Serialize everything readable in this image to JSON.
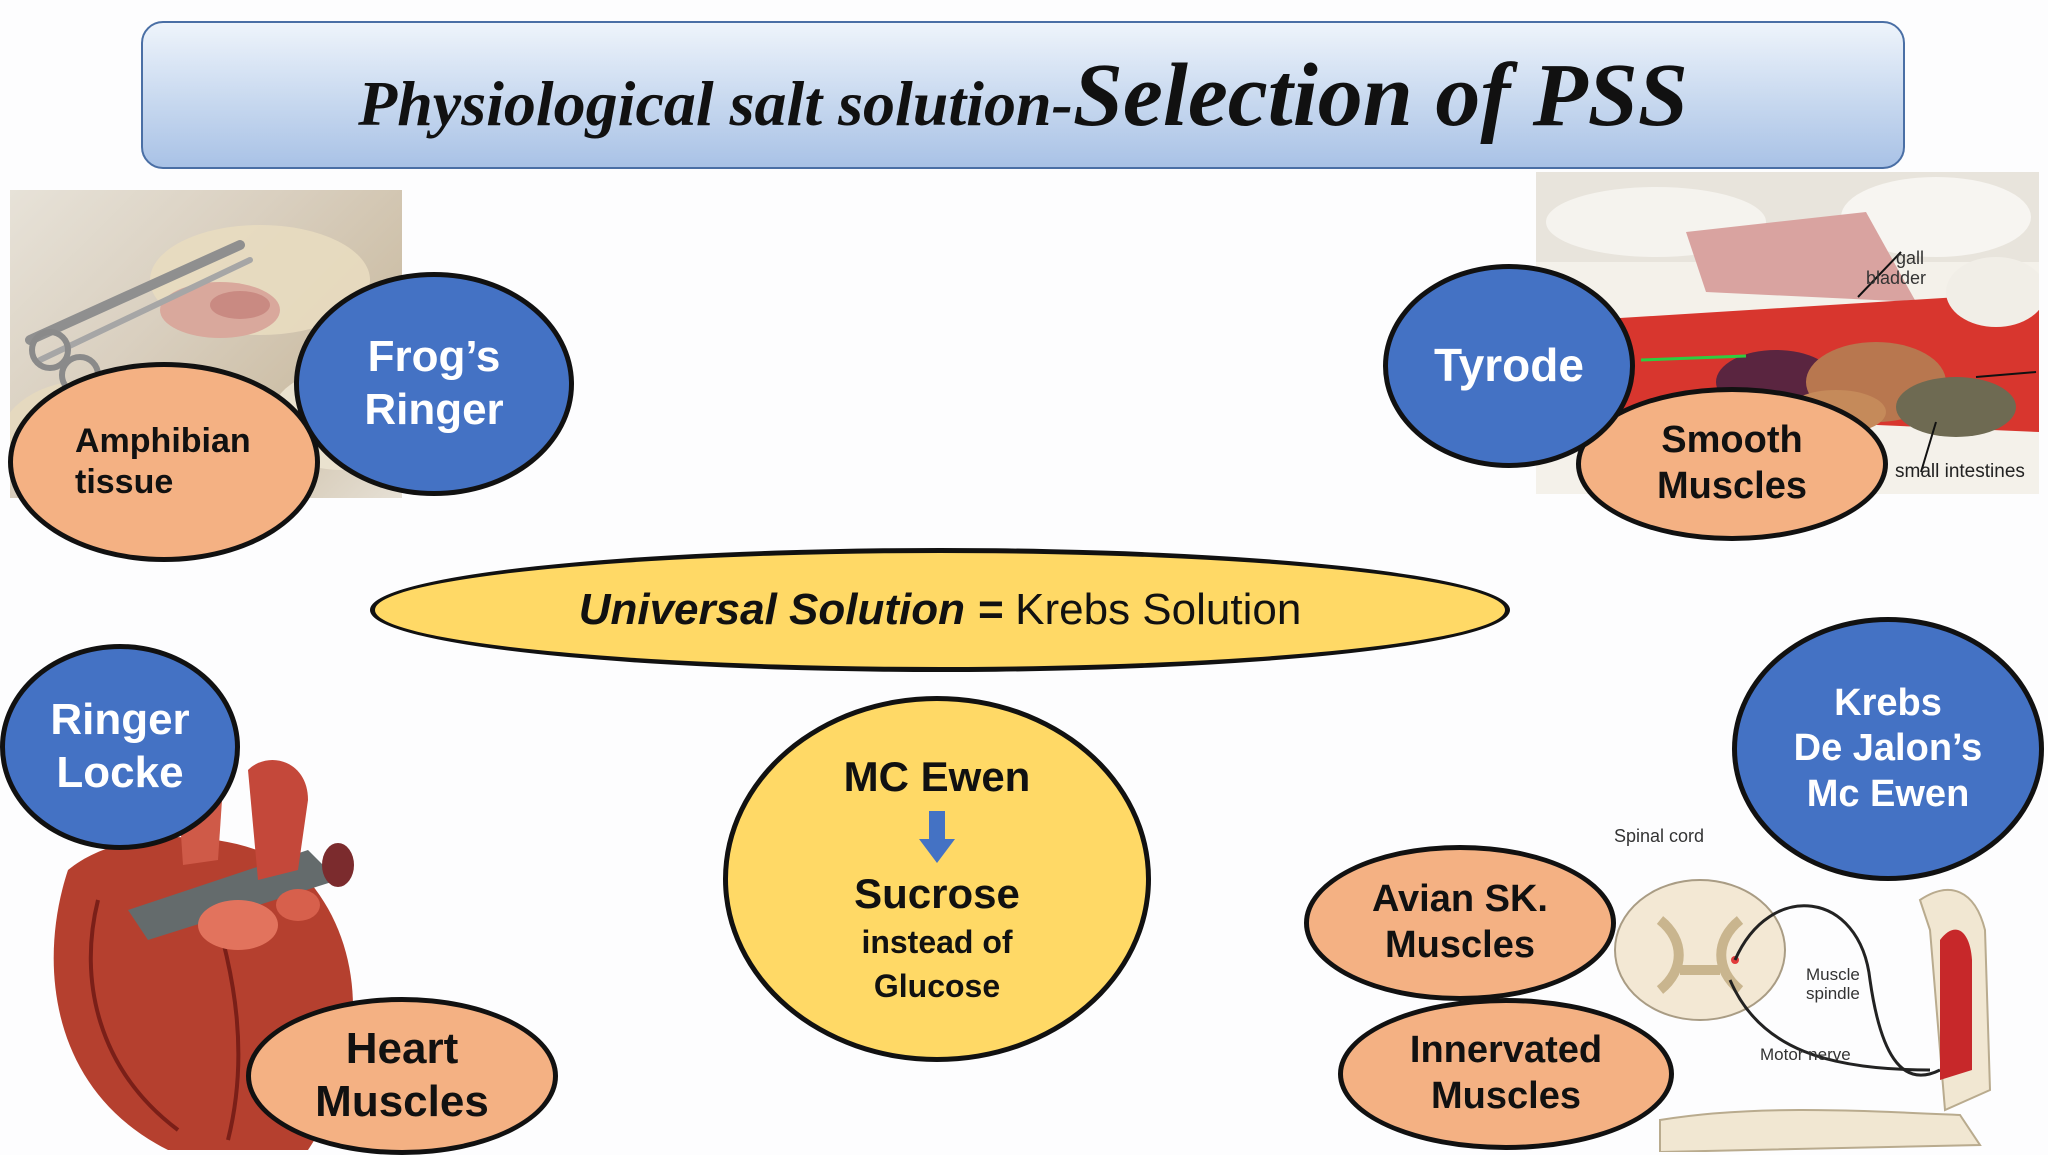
{
  "title": {
    "part1": "Physiological salt solution-",
    "part2": "Selection of PSS"
  },
  "frog": {
    "solution": [
      "Frog’s",
      "Ringer"
    ],
    "tissue": [
      "Amphibian",
      "tissue"
    ]
  },
  "tyrode": {
    "solution": [
      "Tyrode"
    ],
    "tissue": [
      "Smooth",
      "Muscles"
    ],
    "photo_labels": {
      "gall_bladder": [
        "gall",
        "bladder"
      ],
      "small_intestines": "small intestines"
    }
  },
  "universal": {
    "label": "Universal Solution",
    "equals": " = ",
    "value": "Krebs  Solution"
  },
  "ringer_locke": {
    "solution": [
      "Ringer",
      "Locke"
    ],
    "tissue": [
      "Heart",
      "Muscles"
    ]
  },
  "mc_ewen": {
    "heading": "MC Ewen",
    "arrow_icon": "down-arrow-icon",
    "main": "Sucrose",
    "sub": [
      "instead of",
      "Glucose"
    ]
  },
  "krebs": {
    "solution": [
      "Krebs",
      "De Jalon’s",
      "Mc Ewen"
    ],
    "tissue1": [
      "Avian SK.",
      "Muscles"
    ],
    "tissue2": [
      "Innervated",
      "Muscles"
    ],
    "diagram_labels": {
      "spinal_cord": "Spinal cord",
      "muscle_spindle": [
        "Muscle",
        "spindle"
      ],
      "motor_nerve": "Motor nerve"
    }
  },
  "colors": {
    "blue_oval": "#4472c4",
    "peach_oval": "#f4b183",
    "yellow_oval": "#ffd966",
    "arrow": "#4472c4"
  }
}
